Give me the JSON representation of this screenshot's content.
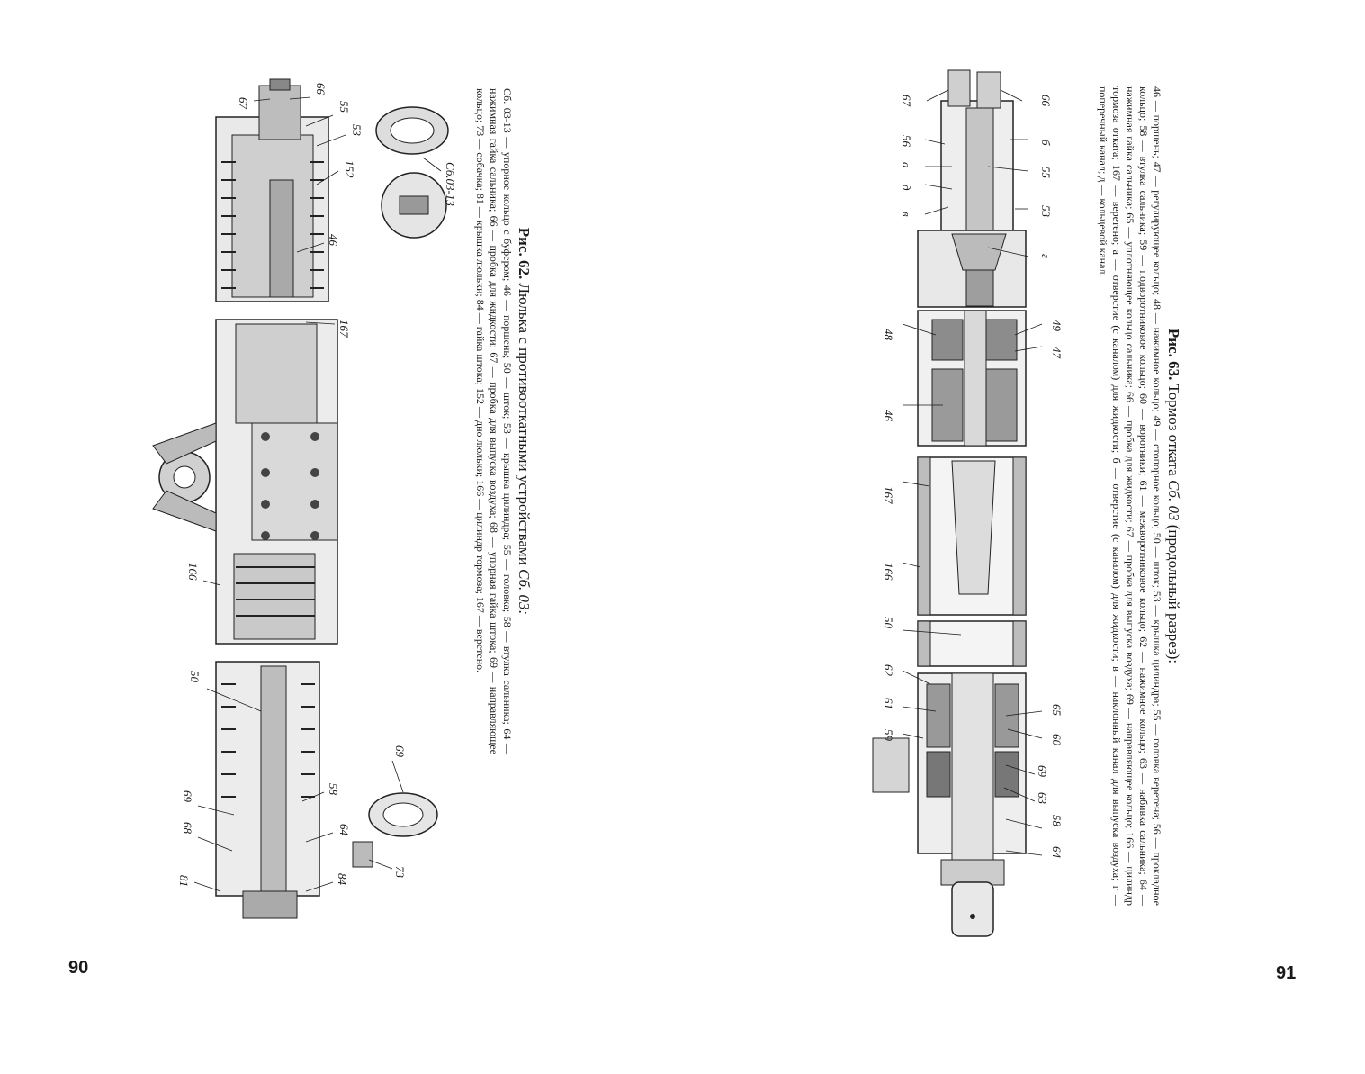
{
  "left_page": {
    "page_number": "90",
    "figure": {
      "title_prefix": "Рис. 62.",
      "title": "Люлька с противооткатными устройствами",
      "title_italic": "Сб. 03:",
      "caption": "Сб. 03-13 — упорное кольцо с буфером; 46 — поршень; 50 — шток; 53 — крышка цилиндра; 55 — головка; 58 — втулка сальника; 64 — нажимная гайка сальника; 66 — пробка для жидкости; 67 — пробка для выпуска воздуха; 68 — упорная гайка штока; 69 — направляющее кольцо; 73 — собачка; 81 — крышка люльки; 84 — гайка штока; 152 — дно люльки; 166 — цилиндр тормоза; 167 — веретено.",
      "labels": [
        "67",
        "66",
        "55",
        "53",
        "152",
        "46",
        "167",
        "166",
        "50",
        "69",
        "68",
        "81",
        "58",
        "64",
        "84",
        "73",
        "69",
        "Сб.03-13"
      ]
    }
  },
  "right_page": {
    "page_number": "91",
    "figure": {
      "title_prefix": "Рис. 63.",
      "title": "Тормоз отката",
      "title_italic": "Сб. 03",
      "title_suffix": "(продольный разрез):",
      "caption": "46 — поршень; 47 — регулирующее кольцо; 48 — нажимное кольцо; 49 — стопорное кольцо; 50 — шток; 53 — крышка цилиндра; 55 — головка веретена; 56 — прокладное кольцо; 58 — втулка сальника; 59 — подворотниковое кольцо; 60 — воротники; 61 — межворотниковое кольцо; 62 — нажимное кольцо; 63 — набивка сальника; 64 — нажимная гайка сальника; 65 — уплотняющее кольцо сальника; 66 — пробка для жидкости; 67 — пробка для выпуска воздуха; 69 — направляющее кольцо; 166 — цилиндр тормоза отката; 167 — веретено; а — отверстие (с каналом) для жидкости; б — отверстие (с каналом) для жидкости; в — наклонный канал для выпуска воздуха; г — поперечный канал; д — кольцевой канал.",
      "labels": [
        "67",
        "66",
        "56",
        "б",
        "а",
        "55",
        "д",
        "53",
        "в",
        "г",
        "48",
        "49",
        "47",
        "46",
        "167",
        "166",
        "50",
        "62",
        "61",
        "65",
        "59",
        "60",
        "69",
        "63",
        "58",
        "64"
      ]
    }
  }
}
